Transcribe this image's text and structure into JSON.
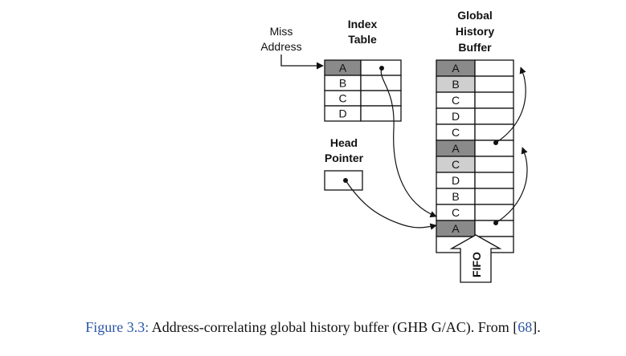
{
  "labels": {
    "miss_address_1": "Miss",
    "miss_address_2": "Address",
    "index_table_1": "Index",
    "index_table_2": "Table",
    "ghb_1": "Global",
    "ghb_2": "History",
    "ghb_3": "Buffer",
    "head_pointer_1": "Head",
    "head_pointer_2": "Pointer",
    "fifo": "FIFO"
  },
  "index_table": {
    "rows": [
      "A",
      "B",
      "C",
      "D"
    ],
    "highlight_color": "#8a8a8a"
  },
  "ghb": {
    "rows": [
      "A",
      "B",
      "C",
      "D",
      "C",
      "A",
      "C",
      "D",
      "B",
      "C",
      "A",
      ""
    ],
    "dark_color": "#8a8a8a",
    "light_color": "#cfcfcf"
  },
  "caption": {
    "figure": "Figure 3.3:",
    "text": " Address-correlating global history buffer (GHB G/AC). From [",
    "ref": "68",
    "end": "]."
  }
}
